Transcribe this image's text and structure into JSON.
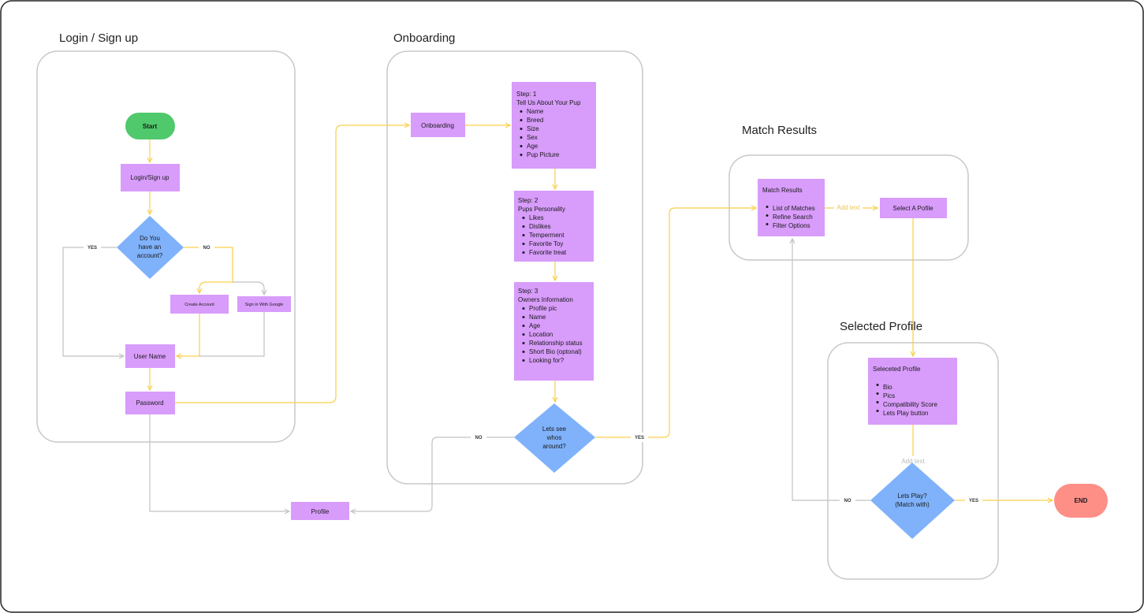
{
  "sections": {
    "login": "Login / Sign up",
    "onboarding": "Onboarding",
    "match": "Match Results",
    "selected": "Selected Profile"
  },
  "nodes": {
    "start": "Start",
    "login_signup": "Login/Sign up",
    "have_account": [
      "Do You",
      "have an",
      "account?"
    ],
    "create_account": "Create Account",
    "sign_in_google": "Sign in With Google",
    "user_name": "User Name",
    "password": "Password",
    "profile": "Profile",
    "onboarding": "Onboarding",
    "step1": {
      "lines": [
        "Step: 1",
        "Tell Us About Your Pup"
      ],
      "items": [
        "Name",
        "Breed",
        "Size",
        "Sex",
        "Age",
        "Pup Picture"
      ]
    },
    "step2": {
      "lines": [
        "Step: 2",
        "Pups Personality"
      ],
      "items": [
        "Likes",
        "Dislikes",
        "Temperment",
        "Favorite Toy",
        "Favorite treat"
      ]
    },
    "step3": {
      "lines": [
        "Step: 3",
        "Owners Information"
      ],
      "items": [
        "Profile pic",
        "Name",
        "Age",
        "Location",
        "Relationship status",
        "Short Bio (optonal)",
        "Looking for?"
      ]
    },
    "lets_see": [
      "Lets see",
      "whos",
      "around?"
    ],
    "match_results": {
      "lines": [
        "Match Results"
      ],
      "items": [
        "List of Matches",
        "Refine Search",
        "Filter Options"
      ]
    },
    "select_profile": "Select A Pofile",
    "selected_profile": {
      "lines": [
        "Seleceted Profile"
      ],
      "items": [
        "Bio",
        "Pics",
        "Compatibility Score",
        "Lets Play button"
      ]
    },
    "lets_play": [
      "Lets Play?",
      "(Match with)"
    ],
    "end": "END"
  },
  "edge_labels": {
    "yes": "YES",
    "no": "NO",
    "add_text": "Add text"
  },
  "colors": {
    "start": "#4fc96b",
    "process": "#d89cfb",
    "decision": "#7fb2fb",
    "end": "#fd8f87",
    "connector_yellow": "#f9cf4a",
    "connector_gray": "#c2c2c2",
    "section_border": "#c8c8c8"
  }
}
